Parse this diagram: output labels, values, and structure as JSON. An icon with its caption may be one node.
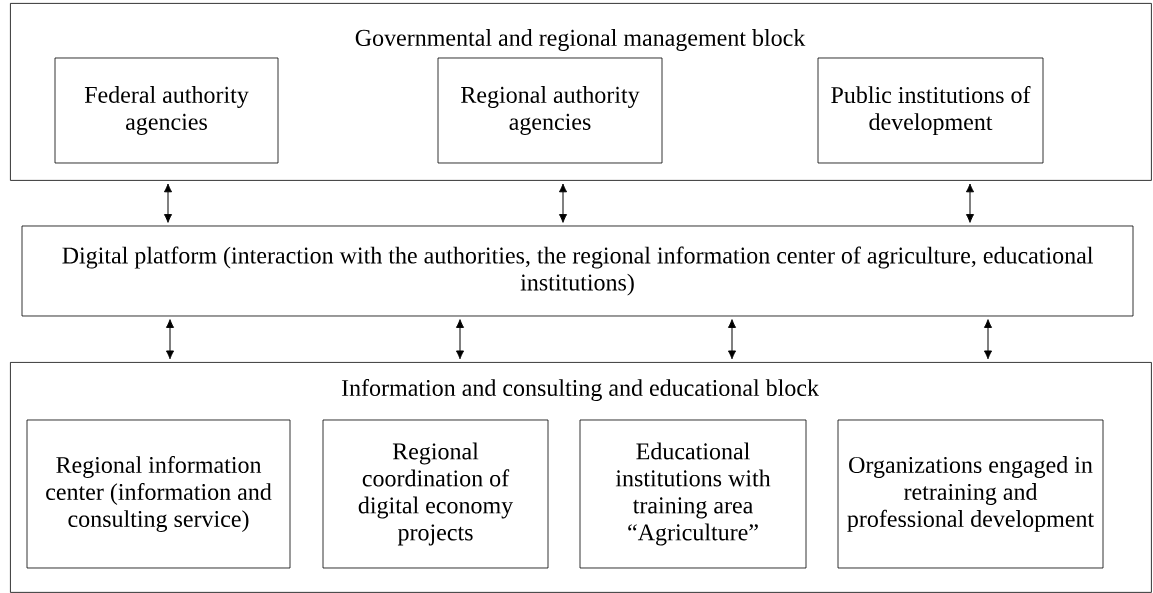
{
  "diagram": {
    "nodes": [
      {
        "text": [
          "Governmental and regional management block"
        ]
      },
      {
        "text": [
          "Federal authority agencies"
        ],
        "in": 0
      },
      {
        "text": [
          "Regional authority agencies"
        ],
        "in": 0
      },
      {
        "text": [
          "Public institutions of development"
        ],
        "in": 0
      },
      {
        "text": [
          "Digital platform (interaction with the authorities, the regional information center of agriculture, educational institutions)"
        ]
      },
      {
        "text": [
          "Information and consulting and educational block"
        ]
      },
      {
        "text": [
          "Regional information center (information and consulting service)"
        ],
        "in": 5
      },
      {
        "text": [
          "Regional coordination of digital economy projects"
        ],
        "in": 5
      },
      {
        "text": [
          "Educational institutions with training area “Agriculture”"
        ],
        "in": 5
      },
      {
        "text": [
          "Organizations engaged in retraining and professional development"
        ],
        "in": 5
      }
    ],
    "edges": [
      {
        "from": 0,
        "to": 4,
        "arrow": "both"
      },
      {
        "from": 0,
        "to": 4,
        "arrow": "both"
      },
      {
        "from": 0,
        "to": 4,
        "arrow": "both"
      },
      {
        "from": 4,
        "to": 5,
        "arrow": "both"
      },
      {
        "from": 4,
        "to": 5,
        "arrow": "both"
      },
      {
        "from": 4,
        "to": 5,
        "arrow": "both"
      },
      {
        "from": 4,
        "to": 5,
        "arrow": "both"
      }
    ]
  }
}
